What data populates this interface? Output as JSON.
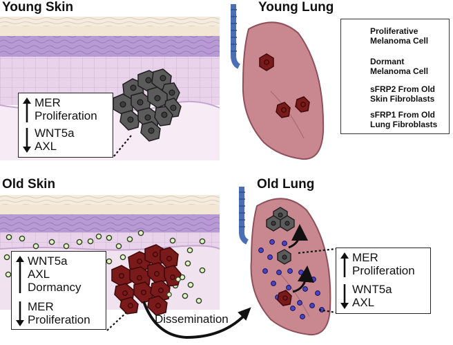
{
  "panels": {
    "young_skin": "Young Skin",
    "young_lung": "Young Lung",
    "old_skin": "Old Skin",
    "old_lung": "Old Lung"
  },
  "legend": {
    "proliferative_l1": "Proliferative",
    "proliferative_l2": "Melanoma Cell",
    "dormant_l1": "Dormant",
    "dormant_l2": "Melanoma Cell",
    "sfrp2_l1": "sFRP2 From Old",
    "sfrp2_l2": "Skin Fibroblasts",
    "sfrp1_l1": "sFRP1 From Old",
    "sfrp1_l2": "Lung Fibroblasts"
  },
  "young_skin_box": {
    "up": [
      "MER",
      "Proliferation"
    ],
    "down": [
      "WNT5a",
      "AXL"
    ]
  },
  "old_skin_box": {
    "up": [
      "WNT5a",
      "AXL",
      "Dormancy"
    ],
    "down": [
      "MER",
      "Proliferation"
    ]
  },
  "old_lung_box": {
    "up": [
      "MER",
      "Proliferation"
    ],
    "down": [
      "WNT5a",
      "AXL"
    ]
  },
  "dissemination": "Dissemination",
  "colors": {
    "proliferative": "#5b5b5b",
    "dormant": "#7a1a1a",
    "sfrp2": "#dff5c5",
    "sfrp1": "#4b45c0",
    "lung": "#c98790",
    "skin_lavender": "#e6cfe9",
    "dermis_purple": "#a98cc8"
  }
}
